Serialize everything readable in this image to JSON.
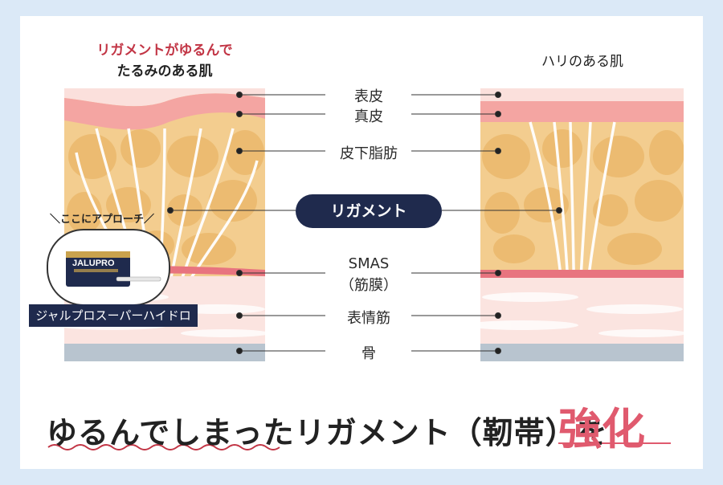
{
  "left_title": {
    "line1": "リガメントがゆるんで",
    "line2": "たるみのある肌"
  },
  "right_title": "ハリのある肌",
  "labels": {
    "epidermis": "表皮",
    "dermis": "真皮",
    "fat": "皮下脂肪",
    "ligament": "リガメント",
    "smas1": "SMAS",
    "smas2": "（筋膜）",
    "muscle": "表情筋",
    "bone": "骨"
  },
  "callout": "＼ここにアプローチ／",
  "product": {
    "box_text": "JALUPRO",
    "tag": "ジャルプロスーパーハイドロ"
  },
  "headline": {
    "main": "ゆるんでしまったリガメント（靭帯）を",
    "strong": "強化"
  },
  "colors": {
    "background": "#dbe9f7",
    "epidermis": "#fbe0dc",
    "dermis": "#f4a5a2",
    "fat": "#f3cd8f",
    "fat_blob": "#ebb96c",
    "smas": "#e8747f",
    "muscle": "#fbe4e0",
    "bone": "#b8c4cf",
    "navy": "#1f2a4d",
    "accent": "#e05a6e",
    "title_red": "#c23545"
  }
}
